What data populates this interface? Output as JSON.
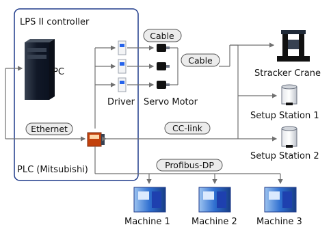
{
  "controller": {
    "title": "LPS II controller"
  },
  "nodes": {
    "pc": "PC",
    "driver": "Driver",
    "servo_motor": "Servo Motor",
    "plc": "PLC (Mitsubishi)",
    "stacker_crane": "Stracker Crane",
    "setup_station_1": "Setup Station 1",
    "setup_station_2": "Setup Station 2",
    "machines": [
      "Machine 1",
      "Machine 2",
      "Machine 3"
    ]
  },
  "links": {
    "cable_top": "Cable",
    "cable_right": "Cable",
    "ethernet": "Ethernet",
    "cc_link": "CC-link",
    "profibus": "Profibus-DP"
  },
  "colors": {
    "controller_border": "#1e3a8a",
    "line": "#707070",
    "pill_fill": "#ececec",
    "pc_body": "#1f2937",
    "plc_orange": "#c2410c",
    "machine_blue": "#2563eb"
  }
}
